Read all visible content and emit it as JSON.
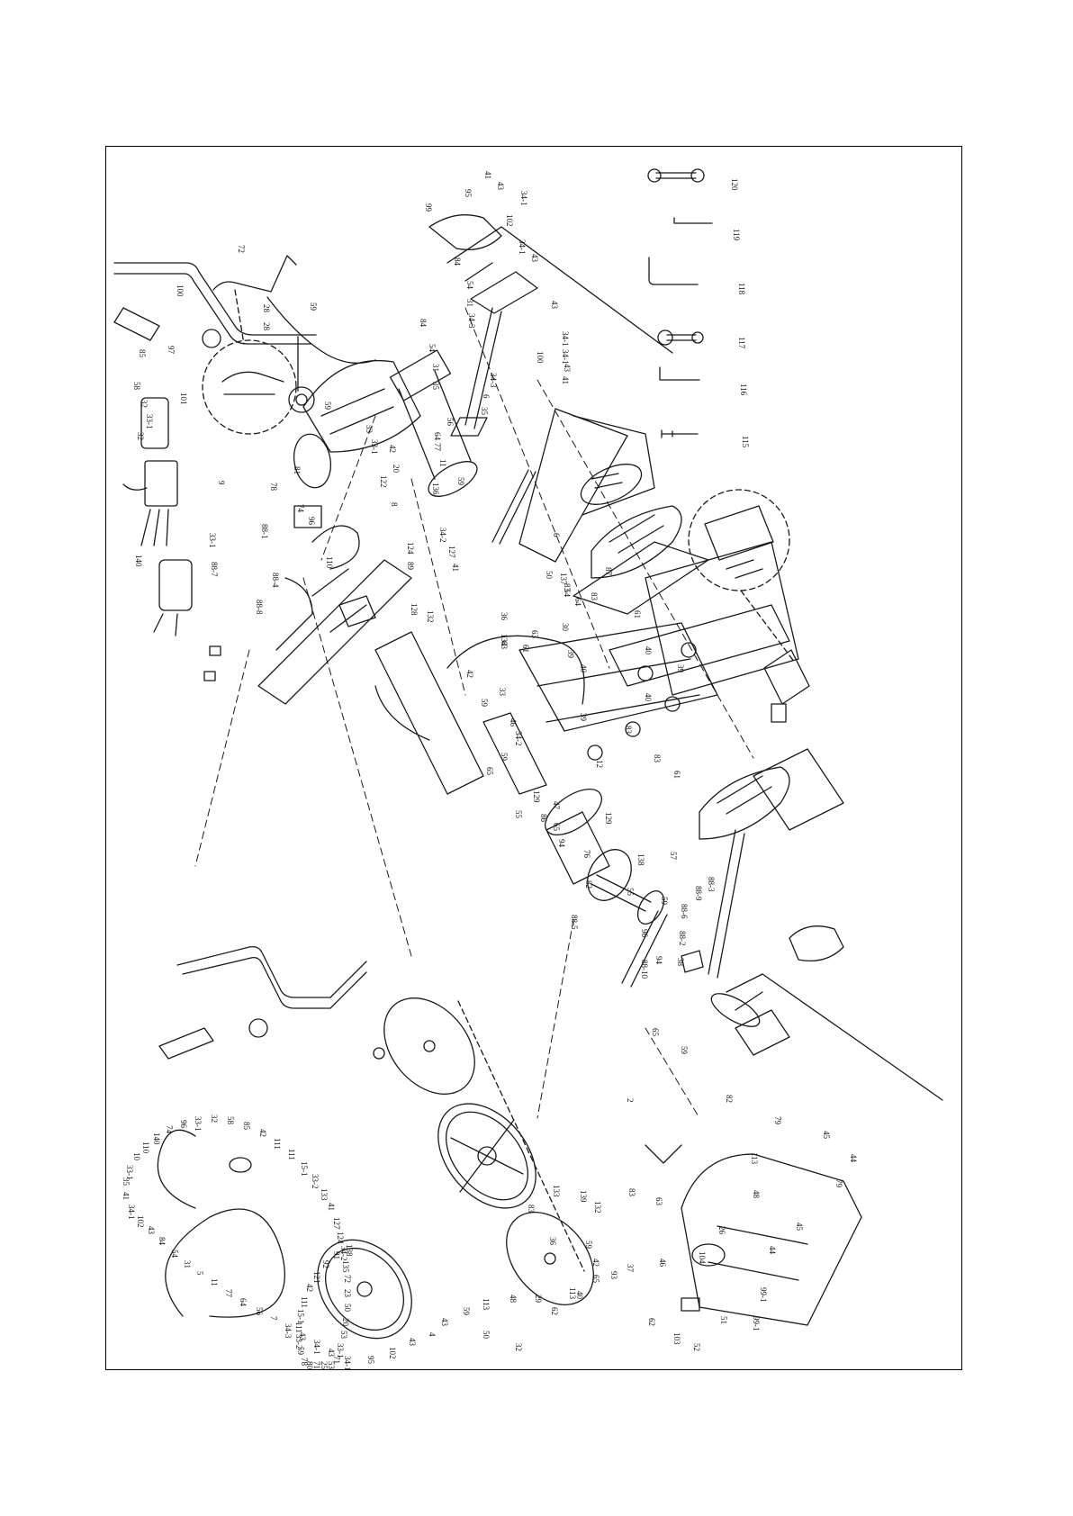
{
  "diagram": {
    "orientation": "rotated-90-clockwise",
    "labels": [
      "41",
      "43",
      "95",
      "99",
      "34-1",
      "102",
      "34-1",
      "43",
      "84",
      "54",
      "31",
      "34-3",
      "43",
      "34-1",
      "100",
      "34-1",
      "43",
      "41",
      "84",
      "54",
      "31",
      "35",
      "34-3",
      "6",
      "35",
      "56",
      "64",
      "77",
      "11",
      "59",
      "100",
      "72",
      "28",
      "28",
      "59",
      "120",
      "119",
      "118",
      "117",
      "116",
      "115",
      "6",
      "87",
      "36",
      "85",
      "58",
      "32",
      "33-1",
      "97",
      "101",
      "59",
      "78",
      "81",
      "53",
      "42",
      "33-1",
      "20",
      "122",
      "8",
      "136",
      "34-2",
      "124",
      "127",
      "41",
      "128",
      "32",
      "9",
      "33-1",
      "74",
      "96",
      "110",
      "140",
      "88-1",
      "88-4",
      "88-7",
      "88-8",
      "89",
      "132",
      "83",
      "83",
      "30",
      "61",
      "39",
      "40",
      "40",
      "40",
      "83",
      "83",
      "61",
      "39",
      "39",
      "61",
      "63",
      "63",
      "50",
      "137",
      "54",
      "64",
      "134",
      "42",
      "59",
      "33",
      "46",
      "34-2",
      "59",
      "65",
      "129",
      "55",
      "86",
      "65",
      "76",
      "82",
      "138",
      "94",
      "47",
      "12",
      "129",
      "55",
      "57",
      "59",
      "96",
      "94",
      "88-2",
      "88-10",
      "88-5",
      "88-9",
      "88-6",
      "88-3",
      "38",
      "65",
      "2",
      "59",
      "82",
      "79",
      "45",
      "44",
      "79",
      "45",
      "44",
      "99-1",
      "99-1",
      "93",
      "42",
      "40",
      "62",
      "32",
      "50",
      "63",
      "83",
      "132",
      "139",
      "133",
      "83",
      "36",
      "59",
      "62",
      "103",
      "52",
      "51",
      "113",
      "48",
      "26",
      "104",
      "46",
      "37",
      "65",
      "113",
      "29",
      "48",
      "113",
      "59",
      "43",
      "4",
      "43",
      "102",
      "95",
      "34-1",
      "43",
      "34-1",
      "43",
      "34-3",
      "7",
      "56",
      "64",
      "77",
      "11",
      "5",
      "31",
      "54",
      "84",
      "43",
      "102",
      "34-1",
      "41",
      "35",
      "33-1",
      "10",
      "110",
      "140",
      "74",
      "96",
      "33-1",
      "32",
      "58",
      "85",
      "42",
      "111",
      "111",
      "15-1",
      "33-2",
      "133",
      "41",
      "127",
      "124",
      "34-2",
      "135",
      "72",
      "23",
      "50",
      "20",
      "53",
      "33-1",
      "71",
      "53",
      "25",
      "71",
      "80",
      "78",
      "59",
      "33-2",
      "111",
      "15-1",
      "111",
      "42",
      "121",
      "92",
      "91",
      "138"
    ]
  }
}
